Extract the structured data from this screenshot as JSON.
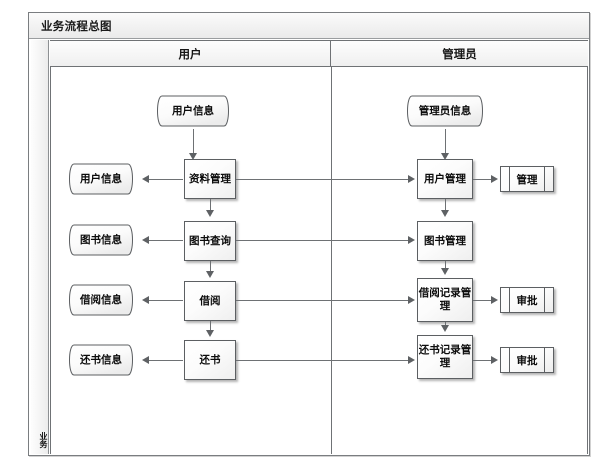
{
  "diagram": {
    "title": "业务流程总图",
    "lane_label_vertical": "业务",
    "lanes": [
      {
        "id": "user",
        "header": "用户"
      },
      {
        "id": "admin",
        "header": "管理员"
      }
    ],
    "user_lane": {
      "source_document": "用户信息",
      "processes": [
        {
          "id": "ziliao-guanli",
          "label": "资料管理"
        },
        {
          "id": "tushu-chaxun",
          "label": "图书查询"
        },
        {
          "id": "jieyue",
          "label": "借阅"
        },
        {
          "id": "huanshu",
          "label": "还书"
        }
      ],
      "output_documents": [
        {
          "id": "yonghu-xinxi",
          "label": "用户信息"
        },
        {
          "id": "tushu-xinxi",
          "label": "图书信息"
        },
        {
          "id": "jieyue-xinxi",
          "label": "借阅信息"
        },
        {
          "id": "huanshu-xinxi",
          "label": "还书信息"
        }
      ]
    },
    "admin_lane": {
      "source_document": "管理员信息",
      "processes": [
        {
          "id": "yonghu-guanli",
          "label": "用户管理"
        },
        {
          "id": "tushu-guanli",
          "label": "图书管理"
        },
        {
          "id": "jieyue-jilu-guanli",
          "label": "借阅记录管理"
        },
        {
          "id": "huanshu-jilu-guanli",
          "label": "还书记录管理"
        }
      ],
      "terminals": [
        {
          "id": "guanli",
          "label": "管理"
        },
        {
          "id": "shenpi-1",
          "label": "审批"
        },
        {
          "id": "shenpi-2",
          "label": "审批"
        }
      ]
    },
    "colors": {
      "frame_border": "#7a7d80",
      "lane_border": "#6f7275",
      "shape_border": "#5c5f62",
      "connector": "#6e7174",
      "title_bar_bg": "#f1f1f1",
      "canvas_bg": "#ffffff"
    }
  }
}
